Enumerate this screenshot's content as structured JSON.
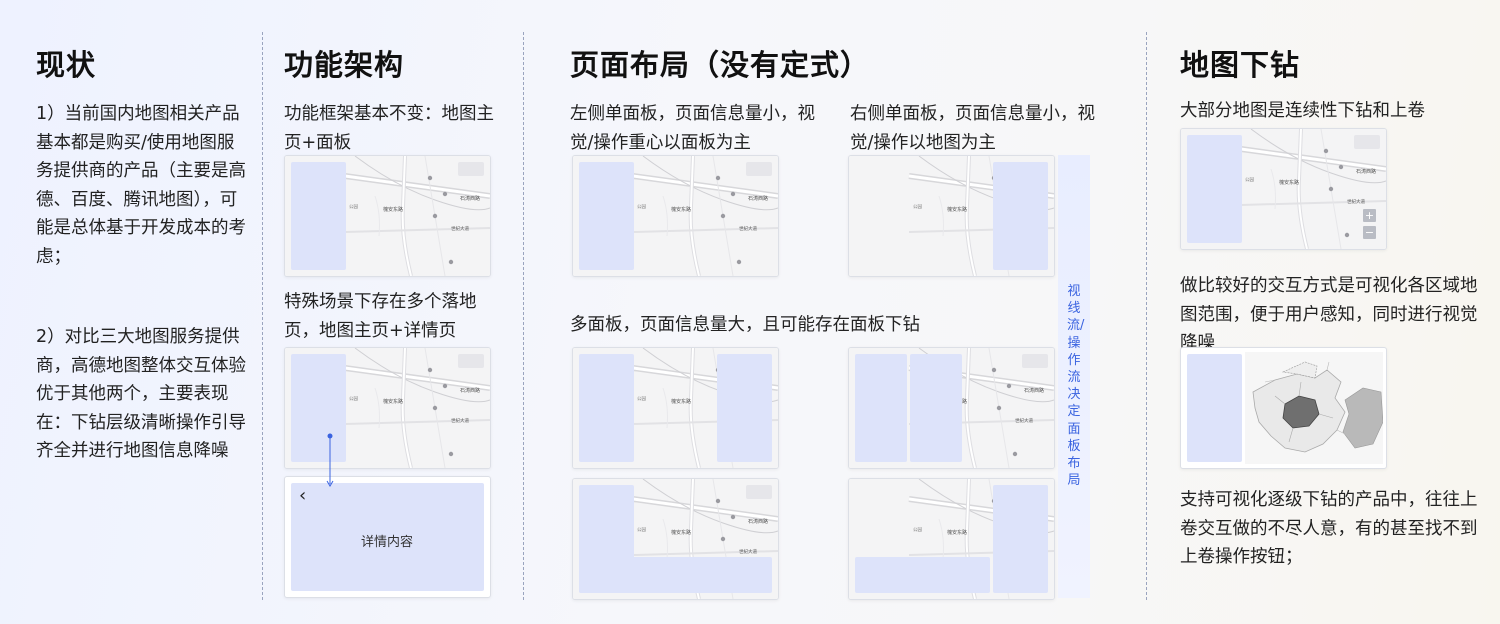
{
  "status": {
    "title": "现状",
    "para1": "1）当前国内地图相关产品基本都是购买/使用地图服务提供商的产品（主要是高德、百度、腾讯地图），可能是总体基于开发成本的考虑；",
    "para2": "2）对比三大地图服务提供商，高德地图整体交互体验优于其他两个，主要表现在：下钻层级清晰操作引导齐全并进行地图信息降噪"
  },
  "architecture": {
    "title": "功能架构",
    "text1": "功能框架基本不变：地图主页+面板",
    "text2": "特殊场景下存在多个落地页，地图主页+详情页",
    "detail_label": "详情内容",
    "back_glyph": "‹"
  },
  "layout": {
    "title": "页面布局（没有定式）",
    "left_text": "左侧单面板，页面信息量小，视觉/操作重心以面板为主",
    "right_text": "右侧单面板，页面信息量小，视觉/操作以地图为主",
    "multi_text": "多面板，页面信息量大，且可能存在面板下钻",
    "side_note": "视线流/操作流决定面板布局"
  },
  "drill": {
    "title": "地图下钻",
    "text1": "大部分地图是连续性下钻和上卷",
    "text2": "做比较好的交互方式是可视化各区域地图范围，便于用户感知，同时进行视觉降噪",
    "text3": "支持可视化逐级下钻的产品中，往往上卷交互做的不尽人意，有的甚至找不到上卷操作按钮；",
    "zoom_in": "+",
    "zoom_out": "−"
  },
  "map_labels": {
    "road_east": "石涛西路",
    "place_center": "槐安东路",
    "road_south": "世纪大道",
    "left_edge": "公园"
  },
  "colors": {
    "panel": "#dde3fa",
    "accent": "#3a63e0",
    "divider": "#9aa4bf"
  }
}
